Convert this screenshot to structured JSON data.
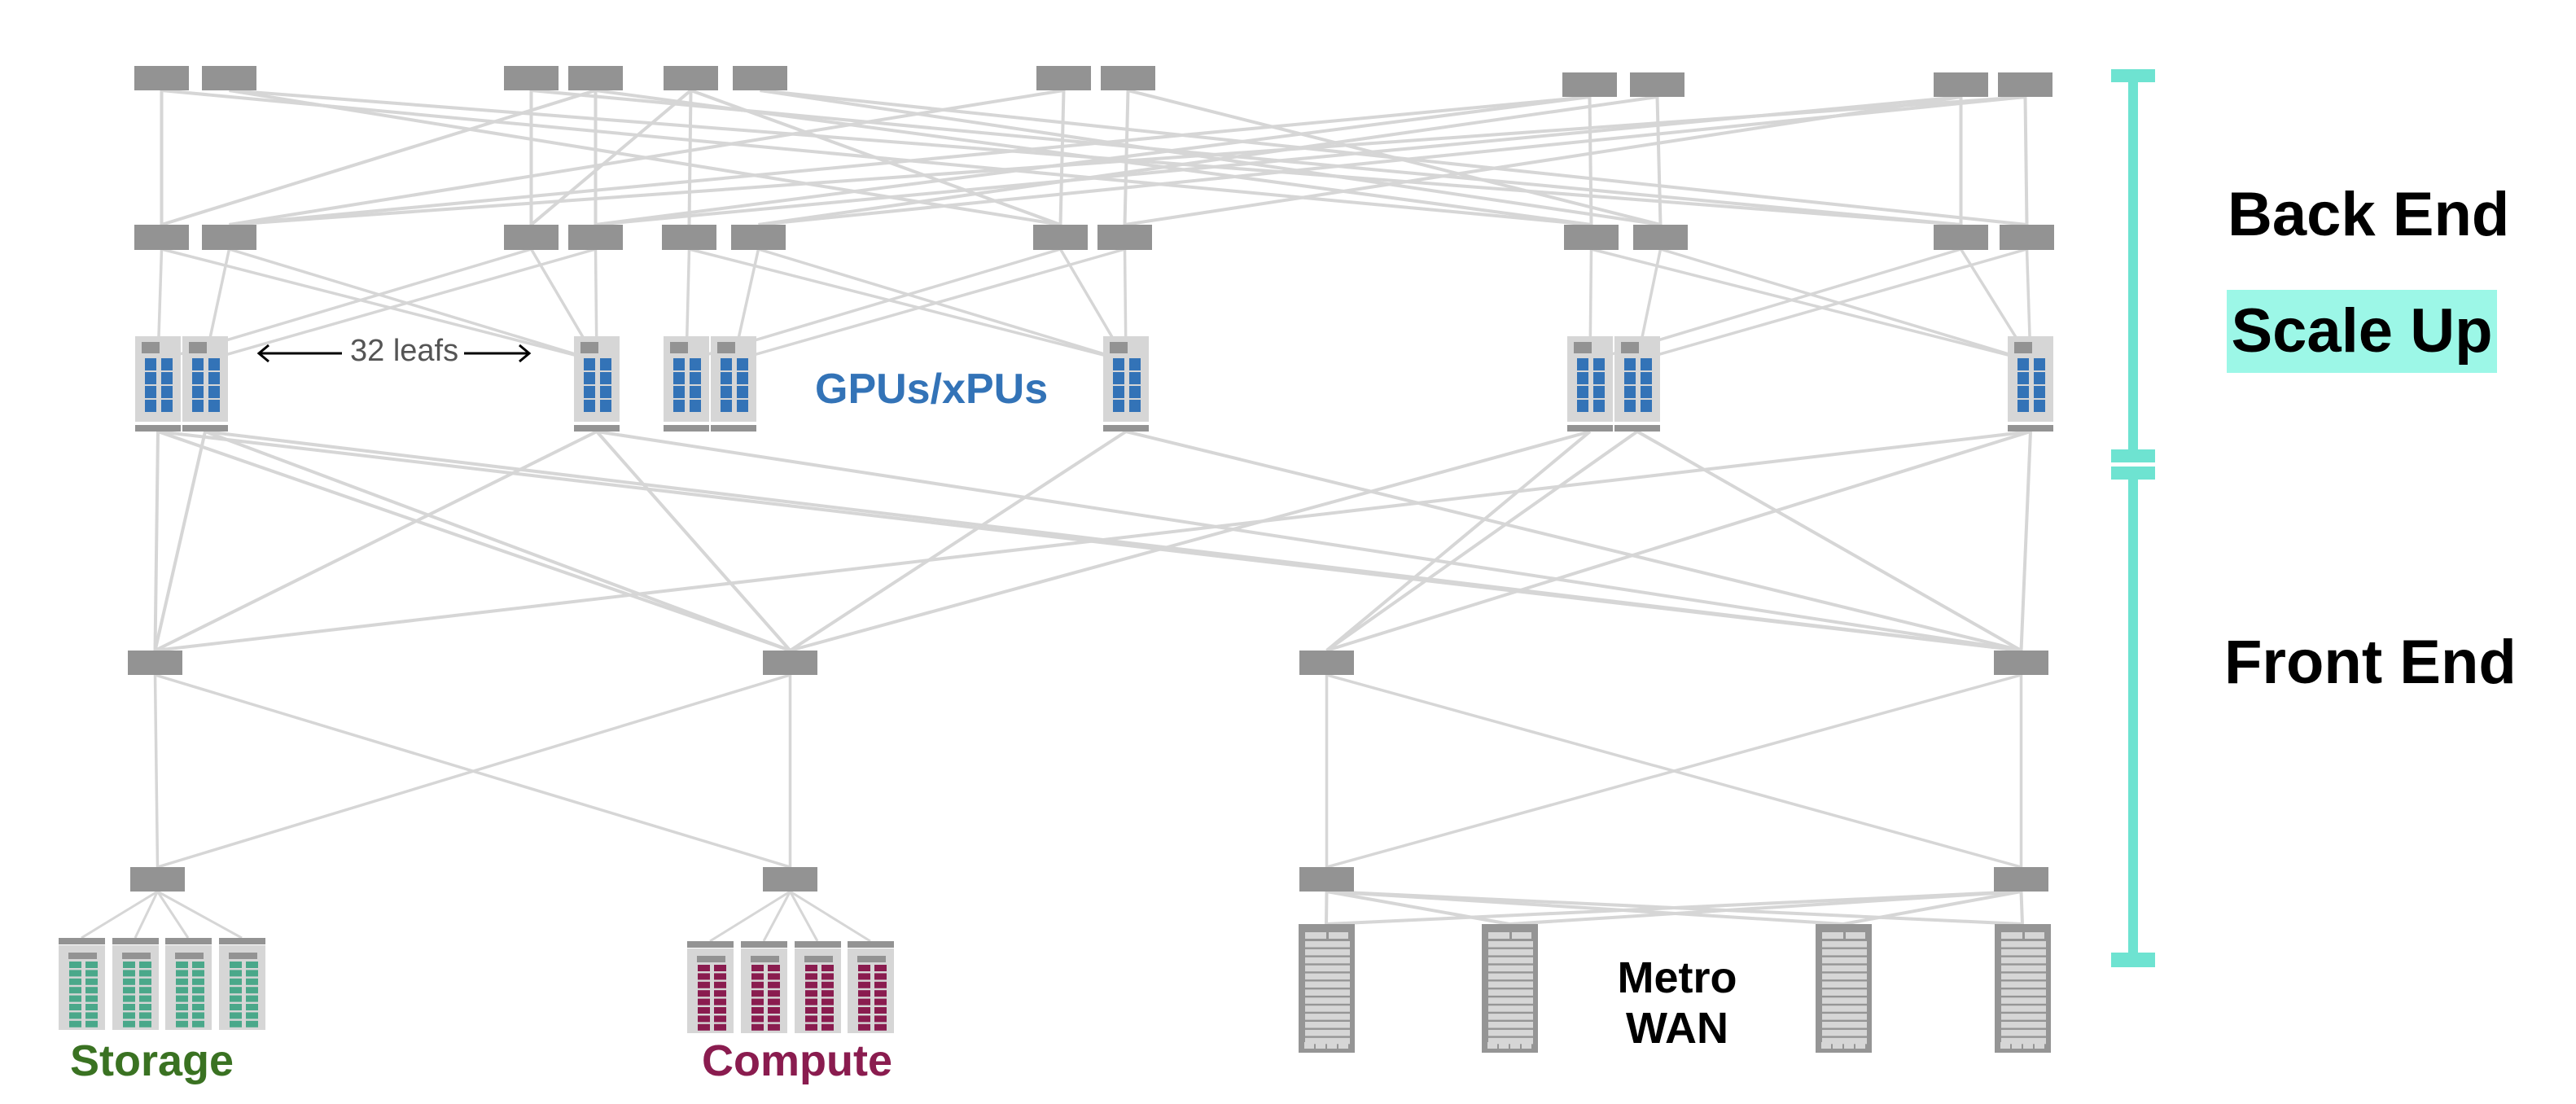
{
  "diagram": {
    "title": "AI Data Center Network Topology",
    "labels": {
      "back_end": "Back End",
      "scale_up": "Scale Up",
      "front_end": "Front End",
      "gpus": "GPUs/xPUs",
      "leafs": "32 leafs",
      "storage": "Storage",
      "compute": "Compute",
      "metro_wan": "Metro\nWAN"
    },
    "colors": {
      "switch": "#939393",
      "link": "#d6d6d6",
      "server_body": "#d6d6d6",
      "gpu": "#3373b7",
      "storage": "#4aa88a",
      "storage_text": "#3a7222",
      "compute": "#8a1c4f",
      "bracket": "#6ee3d1",
      "scale_up_bg": "#9cf7e7",
      "wan_frame": "#959595"
    },
    "layers": [
      {
        "name": "backend-spine",
        "count": 12
      },
      {
        "name": "backend-leaf",
        "count": 12
      },
      {
        "name": "gpu-servers",
        "count": 9
      },
      {
        "name": "frontend-spine",
        "count": 4
      },
      {
        "name": "frontend-leaf",
        "count": 4
      },
      {
        "name": "storage-servers",
        "count": 4
      },
      {
        "name": "compute-servers",
        "count": 4
      },
      {
        "name": "wan-routers",
        "count": 4
      }
    ]
  }
}
